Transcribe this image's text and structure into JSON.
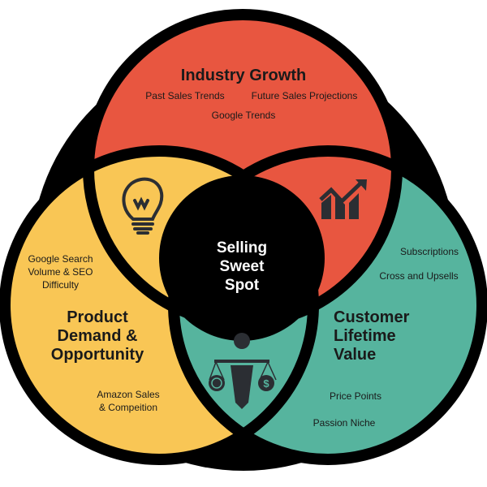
{
  "colors": {
    "red": "#E85640",
    "yellow": "#F9C655",
    "teal": "#56B49E",
    "black": "#000000",
    "icon": "#2b2e33"
  },
  "center": {
    "title": "Selling Sweet Spot",
    "lines": [
      "Selling",
      "Sweet",
      "Spot"
    ]
  },
  "industry": {
    "title": "Industry Growth",
    "items": [
      "Past Sales Trends",
      "Future Sales Projections",
      "Google Trends"
    ],
    "icon": "rising-bar-chart-icon"
  },
  "product": {
    "title_lines": [
      "Product",
      "Demand &",
      "Opportunity"
    ],
    "items": [
      [
        "Google Search",
        "Volume & SEO",
        "Difficulty"
      ],
      [
        "Amazon Sales",
        "& Compeition"
      ]
    ],
    "icon": "lightbulb-icon"
  },
  "customer": {
    "title_lines": [
      "Customer",
      "Lifetime",
      "Value"
    ],
    "items": [
      "Subscriptions",
      "Cross and Upsells",
      "Price Points",
      "Passion Niche"
    ],
    "icon": "businessman-scales-icon"
  }
}
